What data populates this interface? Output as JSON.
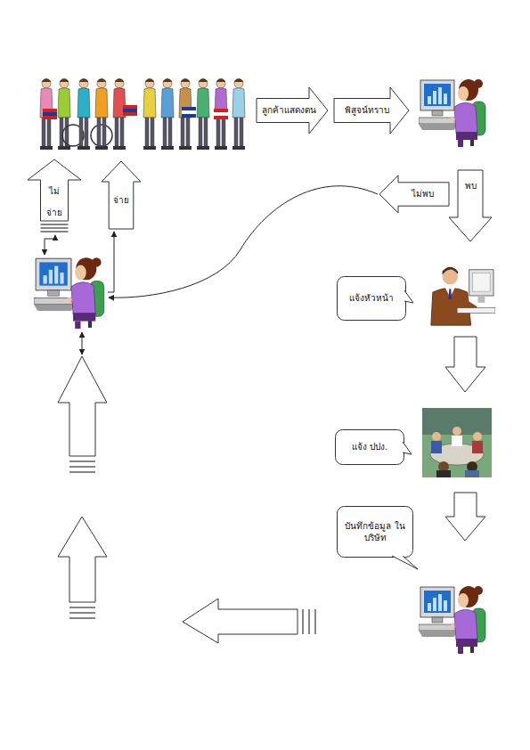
{
  "diagram": {
    "nodes": [
      {
        "text": [
          "ลูกค้าแสดงตน"
        ]
      },
      {
        "text": [
          "พิสูจน์ทราบ"
        ]
      },
      {
        "text": [
          "ไม่พบ"
        ]
      },
      {
        "text": [
          "พบ"
        ]
      },
      {
        "text": [
          "แจ้งหัวหน้า"
        ]
      },
      {
        "text": [
          "แจ้ง ปปง."
        ]
      },
      {
        "text": [
          "บันทึกข้อมูล ในบริษัท"
        ]
      },
      {
        "text": [
          "ไม่ จ่าย"
        ]
      },
      {
        "text": [
          "จ่าย"
        ]
      }
    ]
  }
}
